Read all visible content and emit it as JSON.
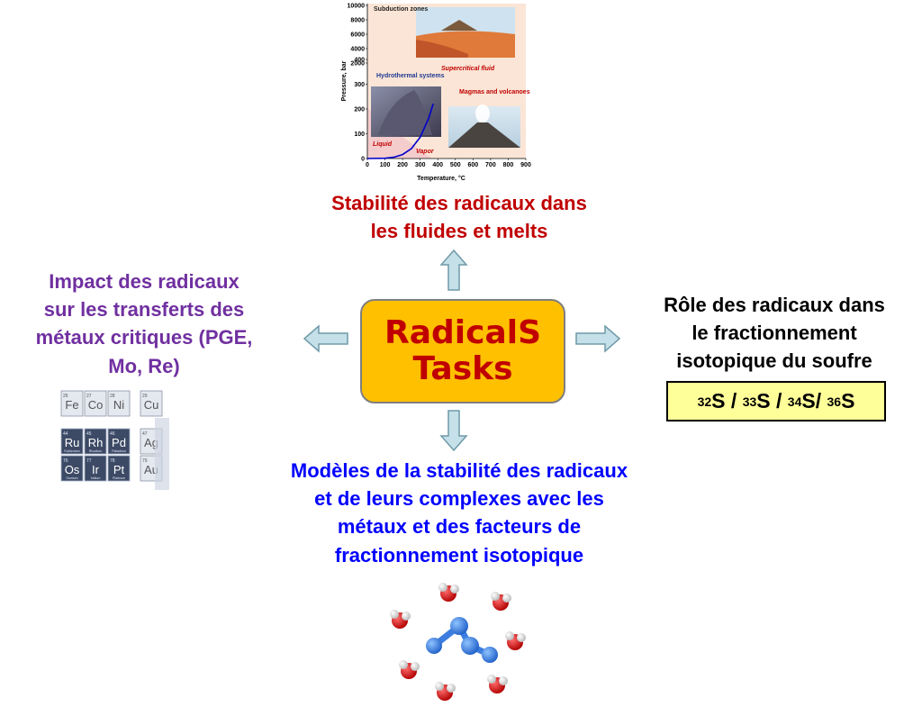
{
  "center": {
    "line1": "RadicalS",
    "line2": "Tasks"
  },
  "top_heading": {
    "line1": "Stabilité des radicaux dans",
    "line2": "les fluides et melts"
  },
  "left_heading": {
    "line1": "Impact des  radicaux",
    "line2": "sur les transferts des",
    "line3": "métaux critiques (PGE,",
    "line4": "Mo, Re)"
  },
  "right_heading": {
    "line1": "Rôle des radicaux dans",
    "line2": "le fractionnement",
    "line3": "isotopique du soufre"
  },
  "isotopes": {
    "s1": "32",
    "s2": "33",
    "s3": "34",
    "s4": "36",
    "sym": "S",
    "sep": " / ",
    "sep_tight": "/ "
  },
  "bottom_heading": {
    "line1": "Modèles de la stabilité des radicaux",
    "line2": "et de leurs complexes avec les",
    "line3": "métaux et des facteurs de",
    "line4": "fractionnement isotopique"
  },
  "periodic_table": {
    "cells": [
      {
        "num": "26",
        "sym": "Fe"
      },
      {
        "num": "27",
        "sym": "Co"
      },
      {
        "num": "28",
        "sym": "Ni"
      },
      {
        "num": "29",
        "sym": "Cu"
      },
      {
        "num": "44",
        "sym": "Ru",
        "name": "Ruthenium"
      },
      {
        "num": "45",
        "sym": "Rh",
        "name": "Rhodium"
      },
      {
        "num": "46",
        "sym": "Pd",
        "name": "Palladium"
      },
      {
        "num": "47",
        "sym": "Ag"
      },
      {
        "num": "76",
        "sym": "Os",
        "name": "Osmium"
      },
      {
        "num": "77",
        "sym": "Ir",
        "name": "Iridium"
      },
      {
        "num": "78",
        "sym": "Pt",
        "name": "Platinum"
      },
      {
        "num": "79",
        "sym": "Au"
      }
    ]
  },
  "chart_data": {
    "type": "line",
    "xlabel": "Temperature, °C",
    "ylabel": "Pressure, bar",
    "x_ticks": [
      "0",
      "100",
      "200",
      "300",
      "400",
      "500",
      "600",
      "700",
      "800",
      "900"
    ],
    "y_ticks_lower": [
      "0",
      "100",
      "200",
      "300",
      "400"
    ],
    "y_ticks_upper": [
      "2000",
      "4000",
      "6000",
      "8000",
      "10000"
    ],
    "xlim": [
      0,
      900
    ],
    "annotations": [
      "Subduction zones",
      "Supercritical fluid",
      "Hydrothermal systems",
      "Magmas and volcanoes",
      "Liquid",
      "Vapor"
    ],
    "series": [
      {
        "x": [
          0,
          100,
          150,
          200,
          250,
          300,
          350,
          374
        ],
        "y": [
          0,
          1,
          5,
          16,
          40,
          86,
          165,
          221
        ]
      }
    ],
    "colors": {
      "curve": "#0000cc",
      "annotation_red": "#c00000",
      "annotation_blue": "#1f3a93"
    }
  }
}
